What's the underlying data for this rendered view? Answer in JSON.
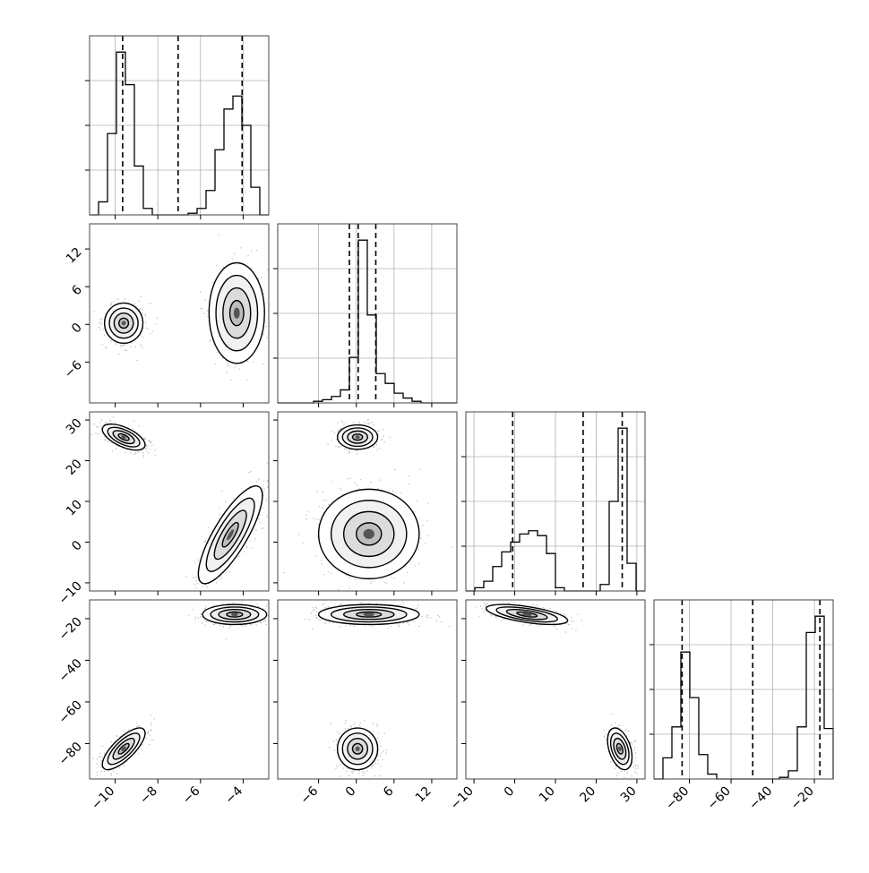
{
  "chart_data": {
    "type": "corner",
    "n_params": 4,
    "axis_labels": [
      "",
      "",
      "",
      ""
    ],
    "ranges": [
      [
        -11.2,
        -2.8
      ],
      [
        -12.5,
        16
      ],
      [
        -12,
        32
      ],
      [
        -97,
        -11
      ]
    ],
    "ticks": [
      {
        "values": [
          -10,
          -8,
          -6,
          -4
        ],
        "labels": [
          "−10",
          "−8",
          "−6",
          "−4"
        ]
      },
      {
        "values": [
          -6,
          0,
          6,
          12
        ],
        "labels": [
          "−6",
          "0",
          "6",
          "12"
        ]
      },
      {
        "values": [
          -10,
          0,
          10,
          20,
          30
        ],
        "labels": [
          "−10",
          "0",
          "10",
          "20",
          "30"
        ]
      },
      {
        "values": [
          -80,
          -60,
          -40,
          -20
        ],
        "labels": [
          "−80",
          "−60",
          "−40",
          "−20"
        ]
      }
    ],
    "quantile_lines": [
      [
        -9.65,
        -7.05,
        -4.05
      ],
      [
        -1.1,
        0.3,
        3.1
      ],
      [
        -0.5,
        16.8,
        26.4
      ],
      [
        -83.5,
        -49.6,
        -17.4
      ]
    ],
    "histograms": [
      {
        "edges": [
          -11.2,
          -10.78,
          -10.36,
          -9.94,
          -9.52,
          -9.1,
          -8.68,
          -8.26,
          -7.84,
          -7.42,
          -7.0,
          -6.58,
          -6.16,
          -5.74,
          -5.32,
          -4.9,
          -4.48,
          -4.06,
          -3.64,
          -3.22,
          -2.8
        ],
        "counts": [
          0,
          0.08,
          0.5,
          1.0,
          0.8,
          0.3,
          0.04,
          0,
          0,
          0,
          0,
          0.01,
          0.04,
          0.15,
          0.4,
          0.65,
          0.73,
          0.55,
          0.17,
          0
        ]
      },
      {
        "edges": [
          -12.5,
          -11.075,
          -9.65,
          -8.225,
          -6.8,
          -5.375,
          -3.95,
          -2.525,
          -1.1,
          0.325,
          1.75,
          3.175,
          4.6,
          6.025,
          7.45,
          8.875,
          10.3,
          11.725,
          13.15,
          14.575,
          16
        ],
        "counts": [
          0,
          0,
          0,
          0,
          0.01,
          0.02,
          0.04,
          0.08,
          0.28,
          1.0,
          0.54,
          0.18,
          0.12,
          0.06,
          0.03,
          0.01,
          0,
          0,
          0,
          0
        ]
      },
      {
        "edges": [
          -12,
          -9.8,
          -7.6,
          -5.4,
          -3.2,
          -1.0,
          1.2,
          3.4,
          5.6,
          7.8,
          10.0,
          12.2,
          14.4,
          16.6,
          18.8,
          21.0,
          23.2,
          25.4,
          27.6,
          29.8,
          32
        ],
        "counts": [
          0,
          0.02,
          0.06,
          0.15,
          0.24,
          0.3,
          0.35,
          0.37,
          0.34,
          0.23,
          0.02,
          0,
          0,
          0,
          0,
          0.04,
          0.55,
          1.0,
          0.17,
          0
        ]
      },
      {
        "edges": [
          -97,
          -92.7,
          -88.4,
          -84.1,
          -79.8,
          -75.5,
          -71.2,
          -66.9,
          -62.6,
          -58.3,
          -54.0,
          -49.7,
          -45.4,
          -41.1,
          -36.8,
          -32.5,
          -28.2,
          -23.9,
          -19.6,
          -15.3,
          -11
        ],
        "counts": [
          0,
          0.13,
          0.32,
          0.78,
          0.5,
          0.15,
          0.03,
          0,
          0,
          0,
          0,
          0,
          0,
          0,
          0.01,
          0.05,
          0.32,
          0.9,
          1.0,
          0.31
        ]
      }
    ],
    "joint_blobs": [
      {
        "pair": [
          0,
          1
        ],
        "blobs": [
          {
            "mean": [
              -9.6,
              0.2
            ],
            "sd": [
              0.45,
              1.6
            ],
            "rho": 0.0,
            "weight": 1.0
          },
          {
            "mean": [
              -4.3,
              1.8
            ],
            "sd": [
              0.65,
              4.0
            ],
            "rho": 0.0,
            "weight": 1.0
          }
        ]
      },
      {
        "pair": [
          0,
          2
        ],
        "blobs": [
          {
            "mean": [
              -9.6,
              25.8
            ],
            "sd": [
              0.5,
              1.6
            ],
            "rho": -0.6,
            "weight": 1.0
          },
          {
            "mean": [
              -4.6,
              1.8
            ],
            "sd": [
              0.75,
              6.0
            ],
            "rho": 0.8,
            "weight": 1.0
          }
        ]
      },
      {
        "pair": [
          0,
          3
        ],
        "blobs": [
          {
            "mean": [
              -9.6,
              -82.5
            ],
            "sd": [
              0.5,
              5.0
            ],
            "rho": 0.75,
            "weight": 1.0
          },
          {
            "mean": [
              -4.4,
              -18.0
            ],
            "sd": [
              0.75,
              2.4
            ],
            "rho": 0.0,
            "weight": 1.0
          }
        ]
      },
      {
        "pair": [
          1,
          2
        ],
        "blobs": [
          {
            "mean": [
              0.2,
              25.8
            ],
            "sd": [
              1.6,
              1.5
            ],
            "rho": 0.0,
            "weight": 1.0
          },
          {
            "mean": [
              2.0,
              2.0
            ],
            "sd": [
              4.0,
              5.5
            ],
            "rho": 0.0,
            "weight": 1.0
          }
        ]
      },
      {
        "pair": [
          1,
          3
        ],
        "blobs": [
          {
            "mean": [
              2.0,
              -18.0
            ],
            "sd": [
              4.0,
              2.4
            ],
            "rho": 0.0,
            "weight": 1.0
          },
          {
            "mean": [
              0.2,
              -82.5
            ],
            "sd": [
              1.6,
              5.0
            ],
            "rho": 0.0,
            "weight": 1.0
          }
        ]
      },
      {
        "pair": [
          2,
          3
        ],
        "blobs": [
          {
            "mean": [
              3.0,
              -18.0
            ],
            "sd": [
              5.0,
              2.4
            ],
            "rho": -0.6,
            "weight": 1.0
          },
          {
            "mean": [
              25.8,
              -82.5
            ],
            "sd": [
              1.5,
              5.0
            ],
            "rho": -0.4,
            "weight": 1.0
          }
        ]
      }
    ],
    "contour_levels_sigma": [
      0.5,
      1.0,
      1.5,
      2.0
    ],
    "grid": true,
    "colors": {
      "line": "#000000",
      "grid": "#b0b0b0",
      "points": "#000000",
      "background": "#ffffff"
    }
  }
}
